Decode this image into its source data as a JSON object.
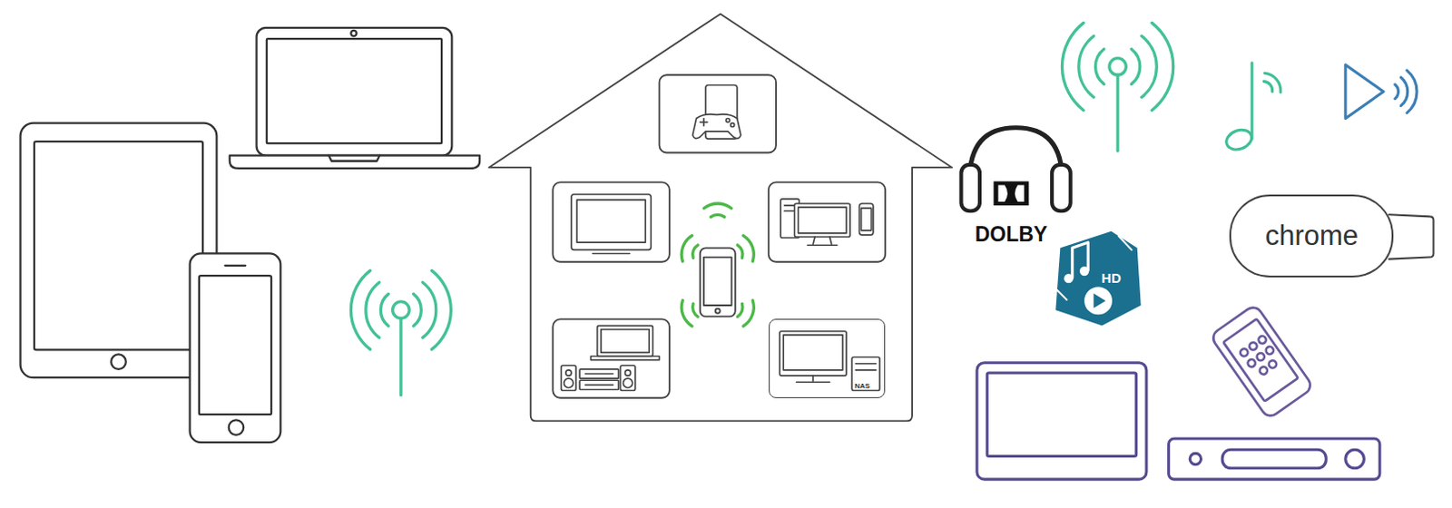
{
  "diagram": {
    "nodes": [
      {
        "text": [
          "chrome"
        ]
      },
      {
        "text": [
          "NAS"
        ]
      }
    ],
    "labels": [
      "DOLBY",
      "HD"
    ]
  }
}
